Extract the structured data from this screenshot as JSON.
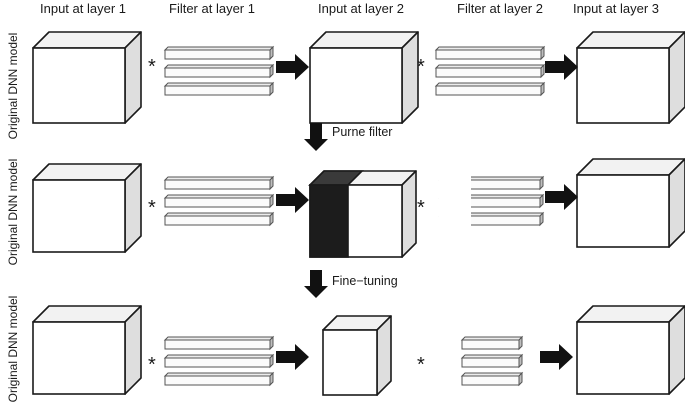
{
  "headers": [
    "Input at layer 1",
    "Filter at layer 1",
    "Input at layer 2",
    "Filter at layer 2",
    "Input at layer 3"
  ],
  "row_label": "Original DNN model",
  "operator": "*",
  "step_labels": [
    "Purne filter",
    "Fine−tuning"
  ],
  "colors": {
    "stroke": "#1a1a1a",
    "cube_face": "#ffffff",
    "cube_top": "#f2f2f2",
    "cube_side": "#dedede",
    "pruned": "#1c1c1c",
    "arrow": "#111111"
  }
}
